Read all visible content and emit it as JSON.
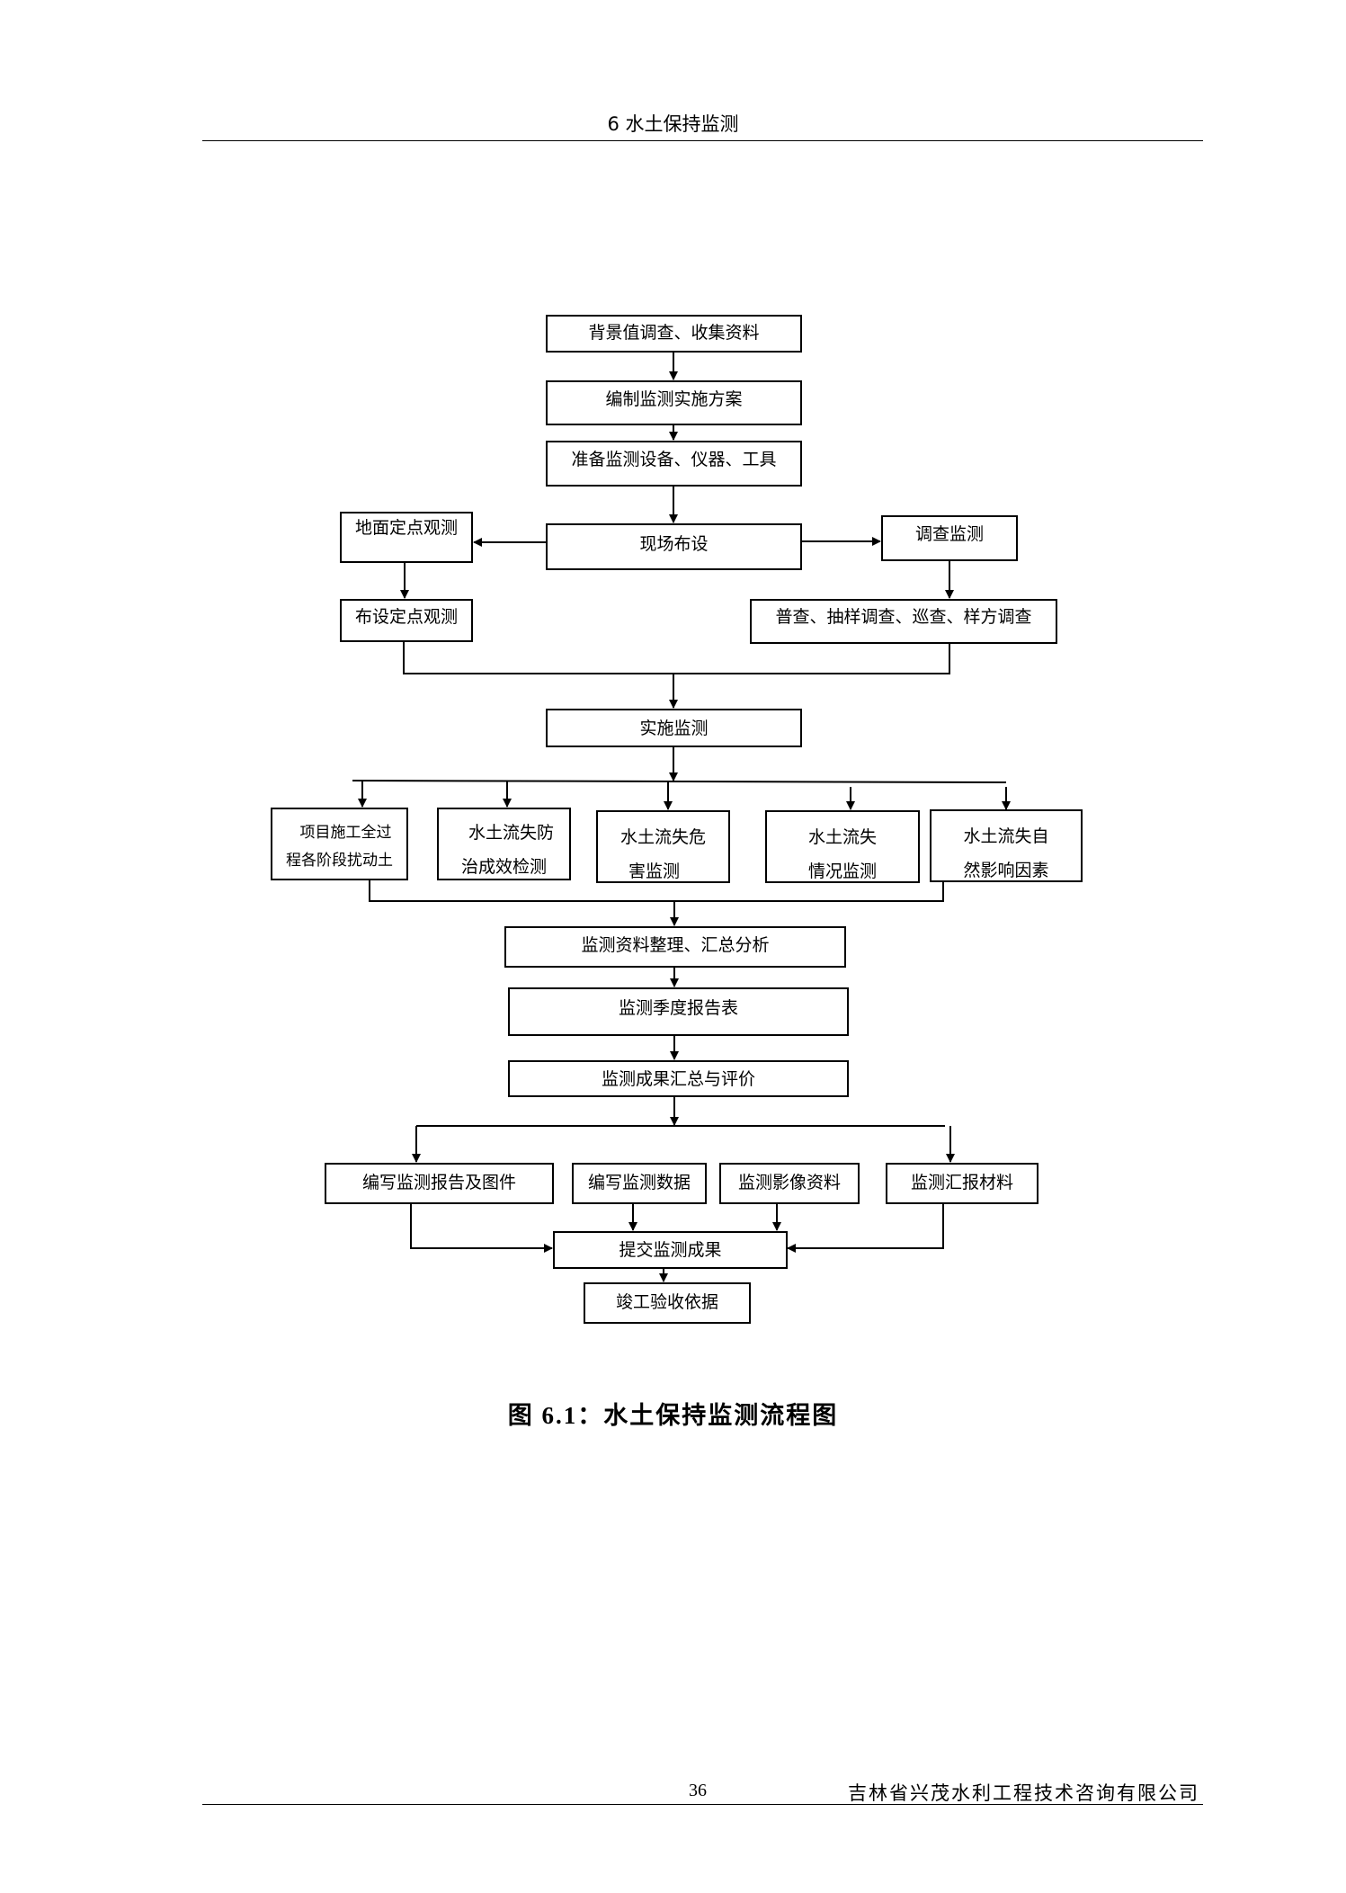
{
  "header": {
    "title": "6  水土保持监测"
  },
  "flowchart": {
    "background_survey": "背景值调查、收集资料",
    "prepare_plan": "编制监测实施方案",
    "prepare_equipment": "准备监测设备、仪器、工具",
    "site_layout": "现场布设",
    "ground_fixed_obs": "地面定点观测",
    "survey_monitoring": "调查监测",
    "set_fixed_obs": "布设定点观测",
    "survey_methods": "普查、抽样调查、巡查、样方调查",
    "implement_monitoring": "实施监测",
    "branches": [
      {
        "line1": "项目施工全过",
        "line2": "程各阶段扰动土"
      },
      {
        "line1": "水土流失防",
        "line2": "治成效检测"
      },
      {
        "line1": "水土流失危",
        "line2": "害监测"
      },
      {
        "line1": "水土流失",
        "line2": "情况监测"
      },
      {
        "line1": "水土流失自",
        "line2": "然影响因素"
      }
    ],
    "data_analysis": "监测资料整理、汇总分析",
    "quarterly_report": "监测季度报告表",
    "results_evaluation": "监测成果汇总与评价",
    "outputs": [
      "编写监测报告及图件",
      "编写监测数据",
      "监测影像资料",
      "监测汇报材料"
    ],
    "submit_results": "提交监测成果",
    "acceptance_basis": "竣工验收依据"
  },
  "caption": "图 6.1：水土保持监测流程图",
  "footer": {
    "page_number": "36",
    "company": "吉林省兴茂水利工程技术咨询有限公司"
  }
}
